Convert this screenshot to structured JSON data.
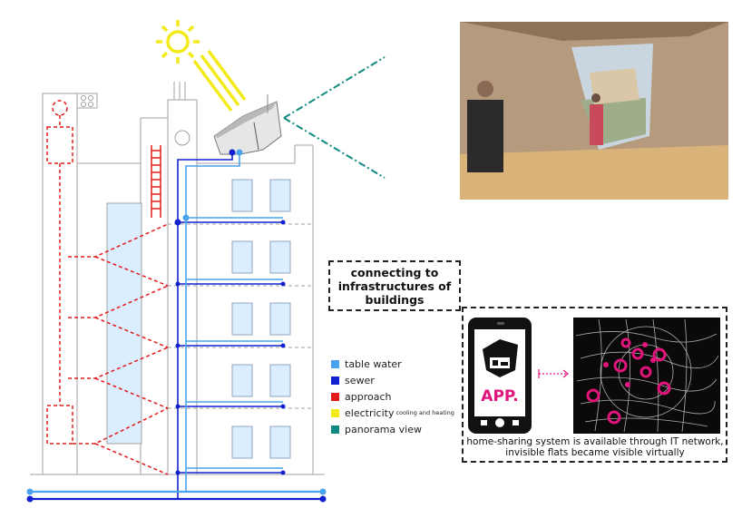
{
  "title_box": {
    "lines": [
      "connecting to",
      "infrastructures of",
      "buildings"
    ]
  },
  "legend": [
    {
      "label": "table water",
      "color": "#4aa3ee",
      "sup": ""
    },
    {
      "label": "sewer",
      "color": "#1320d0",
      "sup": ""
    },
    {
      "label": "approach",
      "color": "#e21b1b",
      "sup": ""
    },
    {
      "label": "electricity",
      "color": "#f3ea1a",
      "sup": "cooling and heating"
    },
    {
      "label": "panorama view",
      "color": "#0f8a80",
      "sup": ""
    }
  ],
  "app": {
    "label": "APP.",
    "label_color": "#e2137a"
  },
  "caption": {
    "line1": "home-sharing system is available through IT network,",
    "line2": "invisible flats became visible virtually"
  },
  "colors": {
    "water": "#4aa3ee",
    "sewer": "#1320d0",
    "approach": "#e21b1b",
    "sun": "#f3ea1a",
    "panorama": "#0f8a80",
    "window": "#dbeeff",
    "map_bg": "#0a0a0a",
    "hotspot": "#e2137a"
  }
}
